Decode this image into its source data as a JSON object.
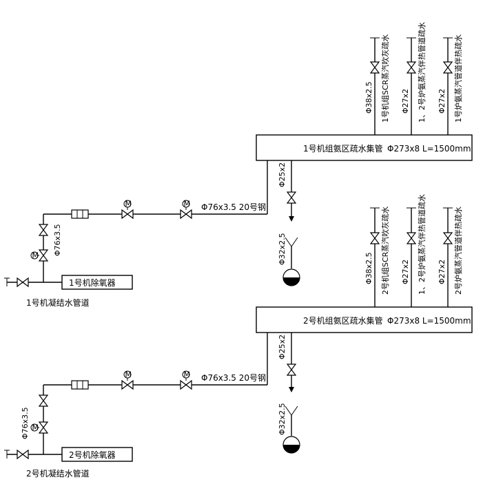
{
  "unit1": {
    "header_label": "1号机组氨区疏水集管",
    "header_spec": "Φ273x8 L=1500mm",
    "branches": [
      {
        "size": "Φ38x2.5",
        "name": "1号机组SCR蒸汽吹灰疏水"
      },
      {
        "size": "Φ27x2",
        "name": "1、2号炉氨蒸汽伴热管道疏水"
      },
      {
        "size": "Φ27x2",
        "name": "1号炉氨蒸汽管道伴热疏水"
      }
    ],
    "drain_size": "Φ25x2",
    "drain_outlet_size": "Φ32x2.5",
    "main_pipe_spec": "Φ76x3.5 20号钢",
    "vertical_pipe_spec": "Φ76x3.5",
    "deaerator_label": "1号机除氧器",
    "condensate_label": "1号机凝结水管道"
  },
  "unit2": {
    "header_label": "2号机组氨区疏水集管",
    "header_spec": "Φ273x8 L=1500mm",
    "branches": [
      {
        "size": "Φ38x2.5",
        "name": "2号机组SCR蒸汽吹灰疏水"
      },
      {
        "size": "Φ27x2",
        "name": "1、2号炉氨蒸汽伴热管道疏水"
      },
      {
        "size": "Φ27x2",
        "name": "2号炉氨蒸汽管道伴热疏水"
      }
    ],
    "drain_size": "Φ25x2",
    "drain_outlet_size": "Φ32x2.5",
    "main_pipe_spec": "Φ76x3.5 20号钢",
    "vertical_pipe_spec": "Φ76x3.5",
    "deaerator_label": "2号机除氧器",
    "condensate_label": "2号机凝结水管道"
  },
  "symbols": {
    "motor_mark": "M"
  }
}
